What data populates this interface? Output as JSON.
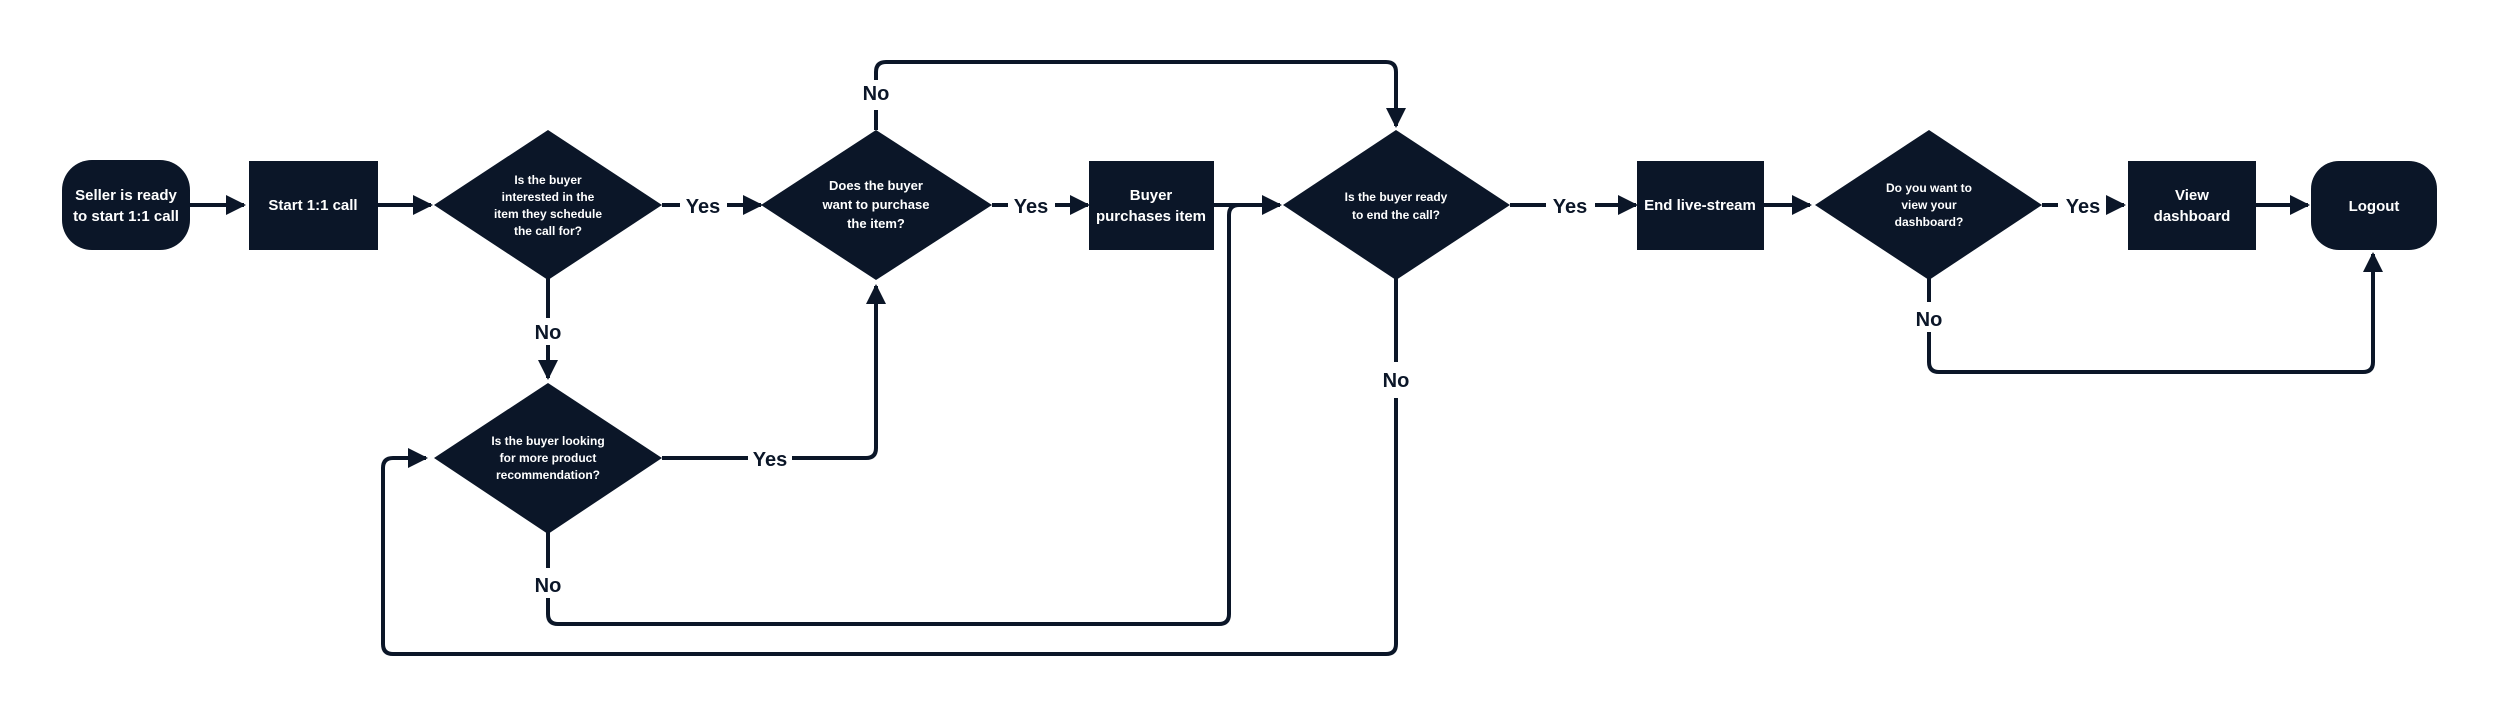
{
  "colors": {
    "node_fill": "#0b1628",
    "line": "#0b1628",
    "node_text": "#ffffff",
    "background": "#ffffff"
  },
  "nodes": {
    "start": [
      "Seller is ready",
      "to start 1:1 call"
    ],
    "start_call": [
      "Start 1:1 call"
    ],
    "q_interested": [
      "Is the buyer",
      "interested in the",
      "item they schedule",
      "the call for?"
    ],
    "q_purchase": [
      "Does the buyer",
      "want to purchase",
      "the item?"
    ],
    "buyer_purchases": [
      "Buyer",
      "purchases item"
    ],
    "q_end_call": [
      "Is the buyer ready",
      "to end the call?"
    ],
    "end_livestream": [
      "End live-stream"
    ],
    "q_dashboard": [
      "Do you want to",
      "view your",
      "dashboard?"
    ],
    "view_dashboard": [
      "View",
      "dashboard"
    ],
    "logout": [
      "Logout"
    ],
    "q_more_reco": [
      "Is the buyer looking",
      "for more product",
      "recommendation?"
    ]
  },
  "edge_labels": {
    "interested_yes": "Yes",
    "purchase_yes": "Yes",
    "end_call_yes": "Yes",
    "dashboard_yes": "Yes",
    "reco_yes": "Yes",
    "interested_no": "No",
    "purchase_no": "No",
    "end_call_no": "No",
    "dashboard_no": "No",
    "reco_no": "No"
  }
}
